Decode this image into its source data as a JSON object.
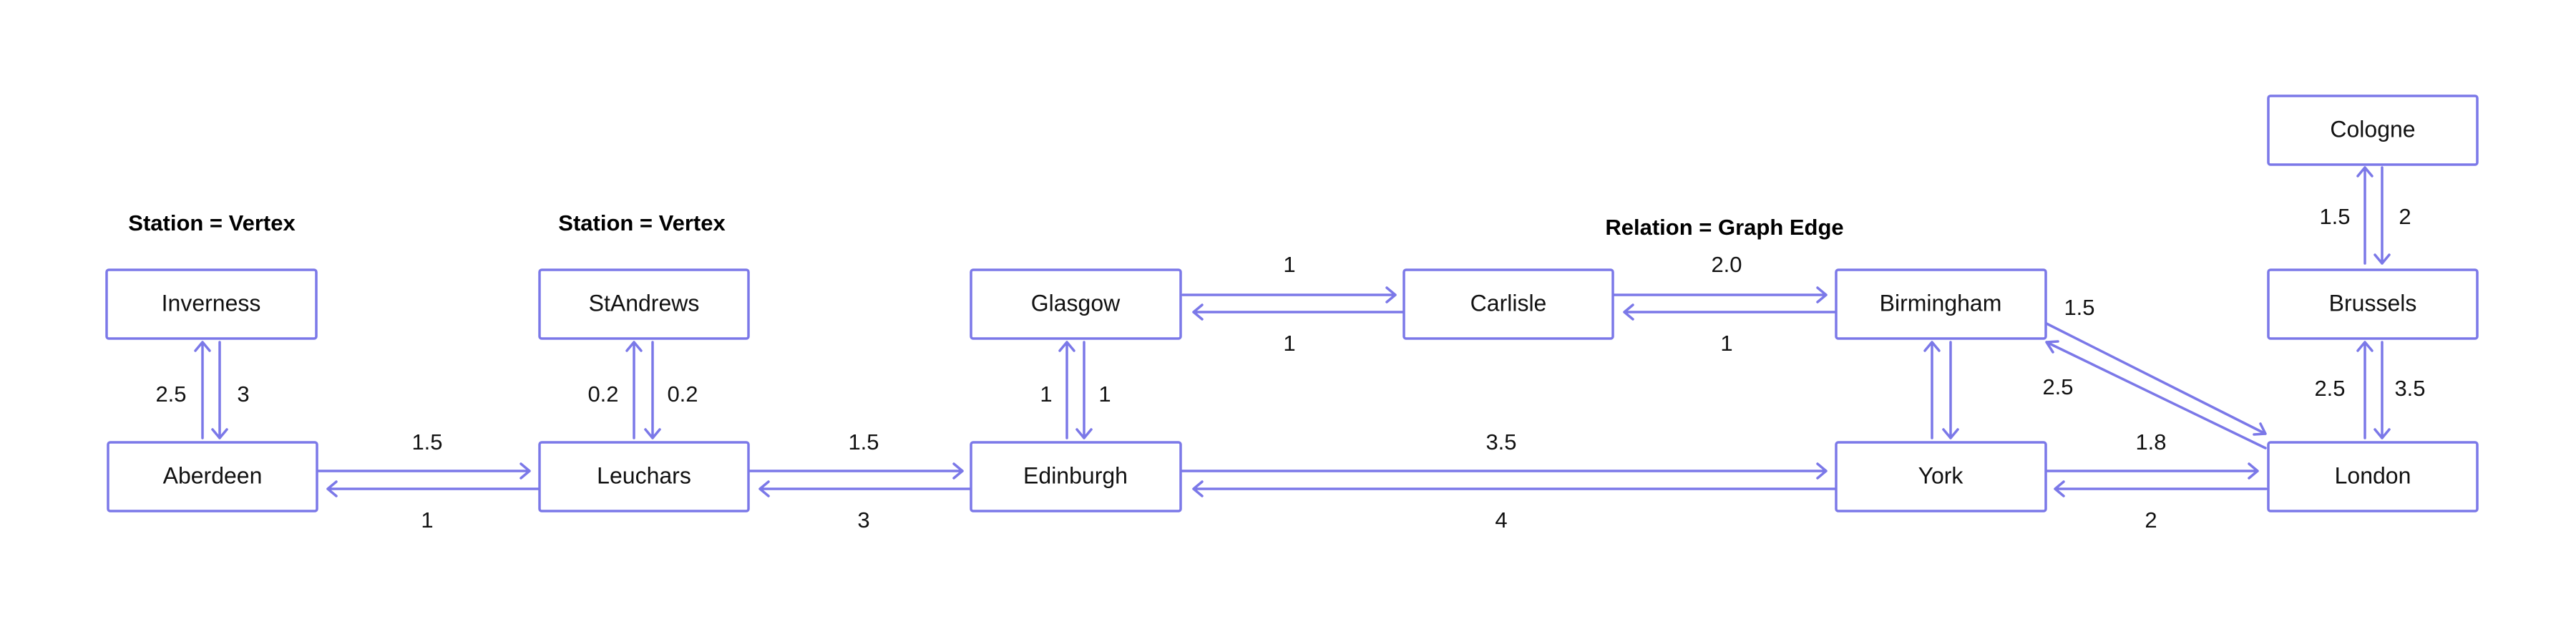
{
  "captions": [
    {
      "id": "caption-1",
      "text": "Station = Vertex"
    },
    {
      "id": "caption-2",
      "text": "Station = Vertex"
    },
    {
      "id": "caption-3",
      "text": "Relation = Graph Edge"
    }
  ],
  "nodes": [
    {
      "id": "inverness",
      "label": "Inverness"
    },
    {
      "id": "aberdeen",
      "label": "Aberdeen"
    },
    {
      "id": "standrews",
      "label": "StAndrews"
    },
    {
      "id": "leuchars",
      "label": "Leuchars"
    },
    {
      "id": "glasgow",
      "label": "Glasgow"
    },
    {
      "id": "edinburgh",
      "label": "Edinburgh"
    },
    {
      "id": "carlisle",
      "label": "Carlisle"
    },
    {
      "id": "birmingham",
      "label": "Birmingham"
    },
    {
      "id": "york",
      "label": "York"
    },
    {
      "id": "cologne",
      "label": "Cologne"
    },
    {
      "id": "brussels",
      "label": "Brussels"
    },
    {
      "id": "london",
      "label": "London"
    }
  ],
  "edges": [
    {
      "from": "inverness",
      "to": "aberdeen",
      "weight": "3"
    },
    {
      "from": "aberdeen",
      "to": "inverness",
      "weight": "2.5"
    },
    {
      "from": "standrews",
      "to": "leuchars",
      "weight": "0.2"
    },
    {
      "from": "leuchars",
      "to": "standrews",
      "weight": "0.2"
    },
    {
      "from": "aberdeen",
      "to": "leuchars",
      "weight": "1.5"
    },
    {
      "from": "leuchars",
      "to": "aberdeen",
      "weight": "1"
    },
    {
      "from": "leuchars",
      "to": "edinburgh",
      "weight": "1.5"
    },
    {
      "from": "edinburgh",
      "to": "leuchars",
      "weight": "3"
    },
    {
      "from": "glasgow",
      "to": "edinburgh",
      "weight": "1"
    },
    {
      "from": "edinburgh",
      "to": "glasgow",
      "weight": "1"
    },
    {
      "from": "glasgow",
      "to": "carlisle",
      "weight": "1"
    },
    {
      "from": "carlisle",
      "to": "glasgow",
      "weight": "1"
    },
    {
      "from": "carlisle",
      "to": "birmingham",
      "weight": "2.0"
    },
    {
      "from": "birmingham",
      "to": "carlisle",
      "weight": "1"
    },
    {
      "from": "edinburgh",
      "to": "york",
      "weight": "3.5"
    },
    {
      "from": "york",
      "to": "edinburgh",
      "weight": "4"
    },
    {
      "from": "birmingham",
      "to": "york",
      "weight": ""
    },
    {
      "from": "york",
      "to": "birmingham",
      "weight": ""
    },
    {
      "from": "birmingham",
      "to": "london",
      "weight": "1.5"
    },
    {
      "from": "london",
      "to": "birmingham",
      "weight": "2.5"
    },
    {
      "from": "york",
      "to": "london",
      "weight": "1.8"
    },
    {
      "from": "london",
      "to": "york",
      "weight": "2"
    },
    {
      "from": "cologne",
      "to": "brussels",
      "weight": "2"
    },
    {
      "from": "brussels",
      "to": "cologne",
      "weight": "1.5"
    },
    {
      "from": "brussels",
      "to": "london",
      "weight": "3.5"
    },
    {
      "from": "london",
      "to": "brussels",
      "weight": "2.5"
    }
  ],
  "colors": {
    "stroke": "#7b78e8",
    "text": "#111111",
    "background": "#ffffff"
  }
}
